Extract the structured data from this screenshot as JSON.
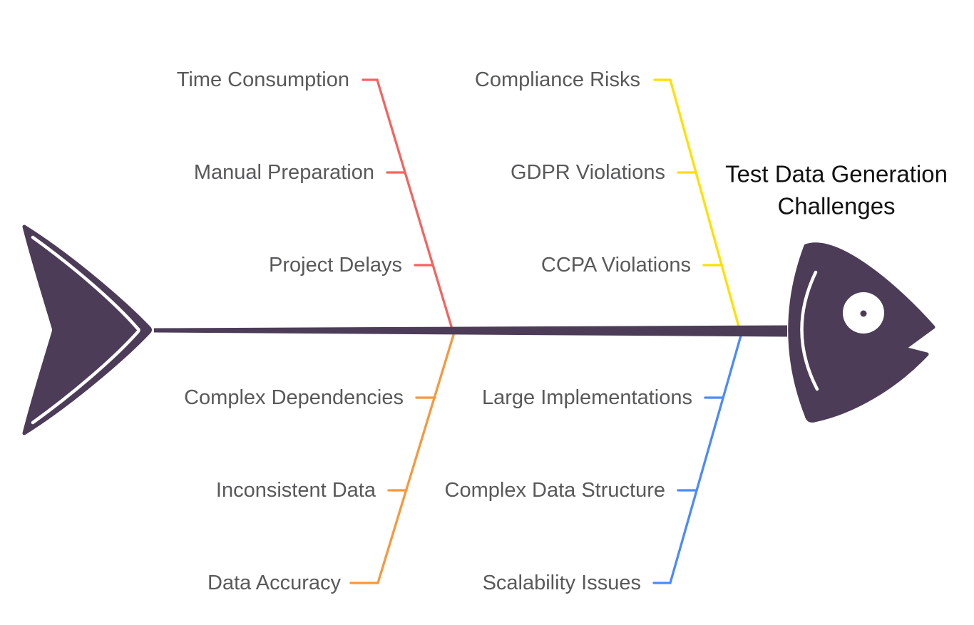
{
  "title": {
    "full": "Test Data Generation Challenges",
    "line1": "Test Data Generation",
    "line2": "Challenges"
  },
  "diagram_type": "fishbone",
  "colors": {
    "background": "#FFFFFF",
    "fish_body": "#4C3C58",
    "fish_detail": "#FFFFFF",
    "label_text": "#58595B",
    "title_text": "#111111"
  },
  "branches": {
    "top_left": {
      "color": "#F7625F",
      "items": [
        {
          "label": "Time Consumption"
        },
        {
          "label": "Manual Preparation"
        },
        {
          "label": "Project Delays"
        }
      ]
    },
    "top_right": {
      "color": "#FFDF00",
      "items": [
        {
          "label": "Compliance Risks"
        },
        {
          "label": "GDPR Violations"
        },
        {
          "label": "CCPA Violations"
        }
      ]
    },
    "bottom_left": {
      "color": "#F7983C",
      "items": [
        {
          "label": "Complex Dependencies"
        },
        {
          "label": "Inconsistent Data"
        },
        {
          "label": "Data Accuracy"
        }
      ]
    },
    "bottom_right": {
      "color": "#4B8BF5",
      "items": [
        {
          "label": "Large Implementations"
        },
        {
          "label": "Complex Data Structure"
        },
        {
          "label": "Scalability Issues"
        }
      ]
    }
  }
}
